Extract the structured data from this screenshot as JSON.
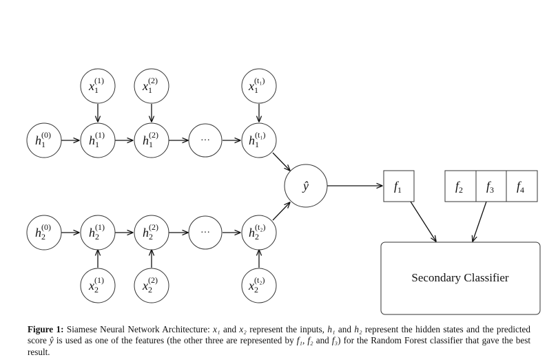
{
  "nodes": {
    "h1_0": {
      "base": "h",
      "sub": "1",
      "sup": "(0)"
    },
    "h1_1": {
      "base": "h",
      "sub": "1",
      "sup": "(1)"
    },
    "h1_2": {
      "base": "h",
      "sub": "1",
      "sup": "(2)"
    },
    "h1_t": {
      "base": "h",
      "sub": "1",
      "sup": "(t₁)"
    },
    "x1_1": {
      "base": "x",
      "sub": "1",
      "sup": "(1)"
    },
    "x1_2": {
      "base": "x",
      "sub": "1",
      "sup": "(2)"
    },
    "x1_t": {
      "base": "x",
      "sub": "1",
      "sup": "(t₁)"
    },
    "h2_0": {
      "base": "h",
      "sub": "2",
      "sup": "(0)"
    },
    "h2_1": {
      "base": "h",
      "sub": "2",
      "sup": "(1)"
    },
    "h2_2": {
      "base": "h",
      "sub": "2",
      "sup": "(2)"
    },
    "h2_t": {
      "base": "h",
      "sub": "2",
      "sup": "(t₂)"
    },
    "x2_1": {
      "base": "x",
      "sub": "2",
      "sup": "(1)"
    },
    "x2_2": {
      "base": "x",
      "sub": "2",
      "sup": "(2)"
    },
    "x2_t": {
      "base": "x",
      "sub": "2",
      "sup": "(t₂)"
    },
    "ellipsis": "···",
    "yhat": "ŷ"
  },
  "features": {
    "f1": {
      "base": "f",
      "sub": "1"
    },
    "f2": {
      "base": "f",
      "sub": "2"
    },
    "f3": {
      "base": "f",
      "sub": "3"
    },
    "f4": {
      "base": "f",
      "sub": "4"
    }
  },
  "classifier_label": "Secondary Classifier",
  "caption": {
    "label": "Figure 1:",
    "t1": " Siamese Neural Network Architecture: ",
    "x1": "x₁",
    "t2": " and ",
    "x2": "x₂",
    "t3": " represent the inputs, ",
    "h1": "h₁",
    "t4": " and ",
    "h2": "h₂",
    "t5": " represent the hidden states and the predicted score ",
    "yhat": "ŷ",
    "t6": " is used as one of the features (the other three are represented by ",
    "f1": "f₁",
    "t7": ", ",
    "f2": "f₂",
    "t8": " and ",
    "f3": "f₃",
    "t9": ") for the Random Forest classifier that gave the best result."
  }
}
